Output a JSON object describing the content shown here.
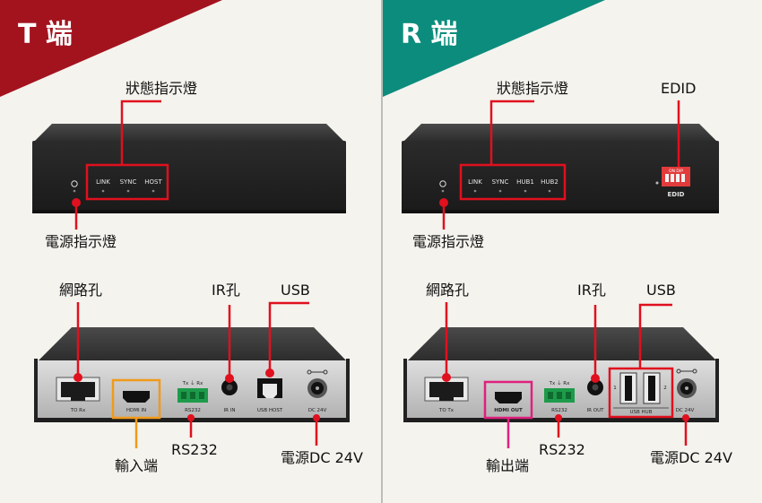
{
  "colors": {
    "background": "#f4f3ee",
    "t_banner": "#a3131e",
    "r_banner": "#0c8c7d",
    "callout_red": "#e0101e",
    "hdmi_in_orange": "#f19a1a",
    "hdmi_out_pink": "#e0207e",
    "divider": "#a9a9a9",
    "device_body": "#2a2a2a",
    "panel_silver": "#c9c9c9",
    "terminal_green": "#1d9b4a"
  },
  "t_side": {
    "title": "T 端",
    "front": {
      "callout_status": "狀態指示燈",
      "callout_power": "電源指示燈",
      "leds": [
        "LINK",
        "SYNC",
        "HOST"
      ]
    },
    "rear": {
      "callout_network": "網路孔",
      "callout_ir": "IR孔",
      "callout_usb": "USB",
      "callout_hdmi": "輸入端",
      "callout_rs232": "RS232",
      "callout_dc": "電源DC 24V",
      "port_labels": {
        "network": "TO Rx",
        "hdmi": "HDMI IN",
        "rs232": "RS232",
        "rs232_pins": "Tx ⏚ Rx",
        "ir": "IR IN",
        "usb": "USB HOST",
        "dc": "DC 24V"
      }
    }
  },
  "r_side": {
    "title": "R 端",
    "front": {
      "callout_status": "狀態指示燈",
      "callout_power": "電源指示燈",
      "callout_edid": "EDID",
      "edid_label": "EDID",
      "edid_switch_text": "ON DIP",
      "leds": [
        "LINK",
        "SYNC",
        "HUB1",
        "HUB2"
      ]
    },
    "rear": {
      "callout_network": "網路孔",
      "callout_ir": "IR孔",
      "callout_usb": "USB",
      "callout_hdmi": "輸出端",
      "callout_rs232": "RS232",
      "callout_dc": "電源DC 24V",
      "port_labels": {
        "network": "TO Tx",
        "hdmi": "HDMI OUT",
        "rs232": "RS232",
        "rs232_pins": "Tx ⏚ Rx",
        "ir": "IR OUT",
        "usb": "USB HUB",
        "usb_port_1": "1",
        "usb_port_2": "2",
        "dc": "DC 24V"
      }
    }
  }
}
